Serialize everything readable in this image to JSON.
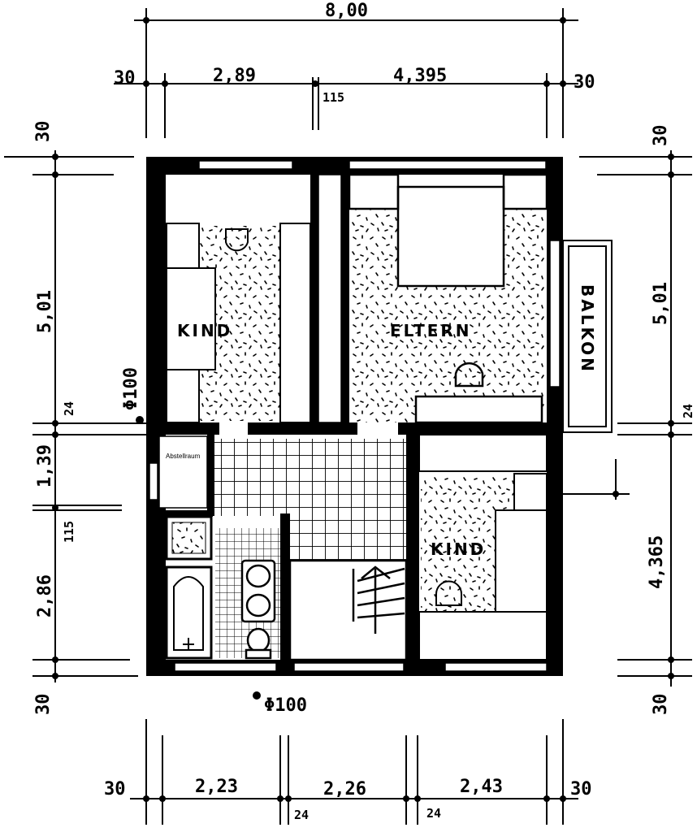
{
  "dimensions": {
    "top_total": "8,00",
    "top_left_wall": "30",
    "top_span_1": "2,89",
    "top_inner_wall": "115",
    "top_span_2": "4,395",
    "top_right_wall": "30",
    "left_top_wall": "30",
    "left_span_1": "5,01",
    "left_inner_wall_1": "24",
    "left_span_2": "1,39",
    "left_inner_wall_2": "115",
    "left_span_3": "2,86",
    "left_bottom_wall": "30",
    "right_top_wall": "30",
    "right_span_1": "5,01",
    "right_inner_wall": "24",
    "right_span_2": "4,365",
    "right_bottom_wall": "30",
    "bottom_left_wall": "30",
    "bottom_span_1": "2,23",
    "bottom_inner_wall_1": "24",
    "bottom_span_2": "2,26",
    "bottom_inner_wall_2": "24",
    "bottom_span_3": "2,43",
    "bottom_right_wall": "30"
  },
  "pipes": {
    "left_pipe": "Φ100",
    "bottom_pipe": "Φ100"
  },
  "rooms": {
    "kind_1": "KIND",
    "eltern": "ELTERN",
    "balkon": "BALKON",
    "kind_2": "KIND",
    "abstellraum": "Abstellraum"
  }
}
